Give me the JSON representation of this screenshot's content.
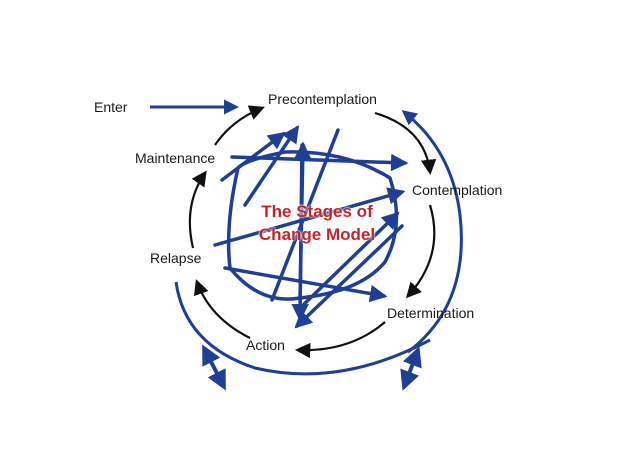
{
  "diagram": {
    "title_line1": "The Stages of",
    "title_line2": "Change Model",
    "labels": {
      "enter": "Enter",
      "precontemplation": "Precontemplation",
      "contemplation": "Contemplation",
      "determination": "Determination",
      "action": "Action",
      "relapse": "Relapse",
      "maintenance": "Maintenance"
    },
    "colors": {
      "cycle_arrows": "#111111",
      "overlay_arrows": "#1f3f95",
      "title": "#c0262d",
      "background": "#ffffff"
    }
  }
}
